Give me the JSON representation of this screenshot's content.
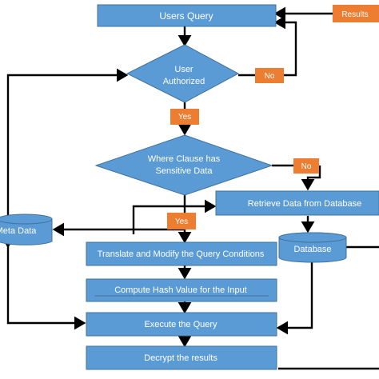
{
  "nodes": {
    "users_query": "Users Query",
    "user_authorized": [
      "User",
      "Authorized"
    ],
    "where_clause": [
      "Where Clause has",
      "Sensitive Data"
    ],
    "retrieve_data": "Retrieve Data from Database",
    "meta_data": "Meta Data",
    "database": "Database",
    "translate_modify": "Translate and Modify the Query Conditions",
    "compute_hash": "Compute Hash Value for the Input",
    "execute_query": "Execute the Query",
    "decrypt_results": "Decrypt the results"
  },
  "badges": {
    "results": "Results",
    "no_auth": "No",
    "yes_auth": "Yes",
    "no_where": "No",
    "yes_where": "Yes"
  },
  "colors": {
    "node_fill": "#5b9bd5",
    "node_stroke": "#41719c",
    "badge_fill": "#ed7d31",
    "text": "#ffffff",
    "edge": "#000000"
  }
}
